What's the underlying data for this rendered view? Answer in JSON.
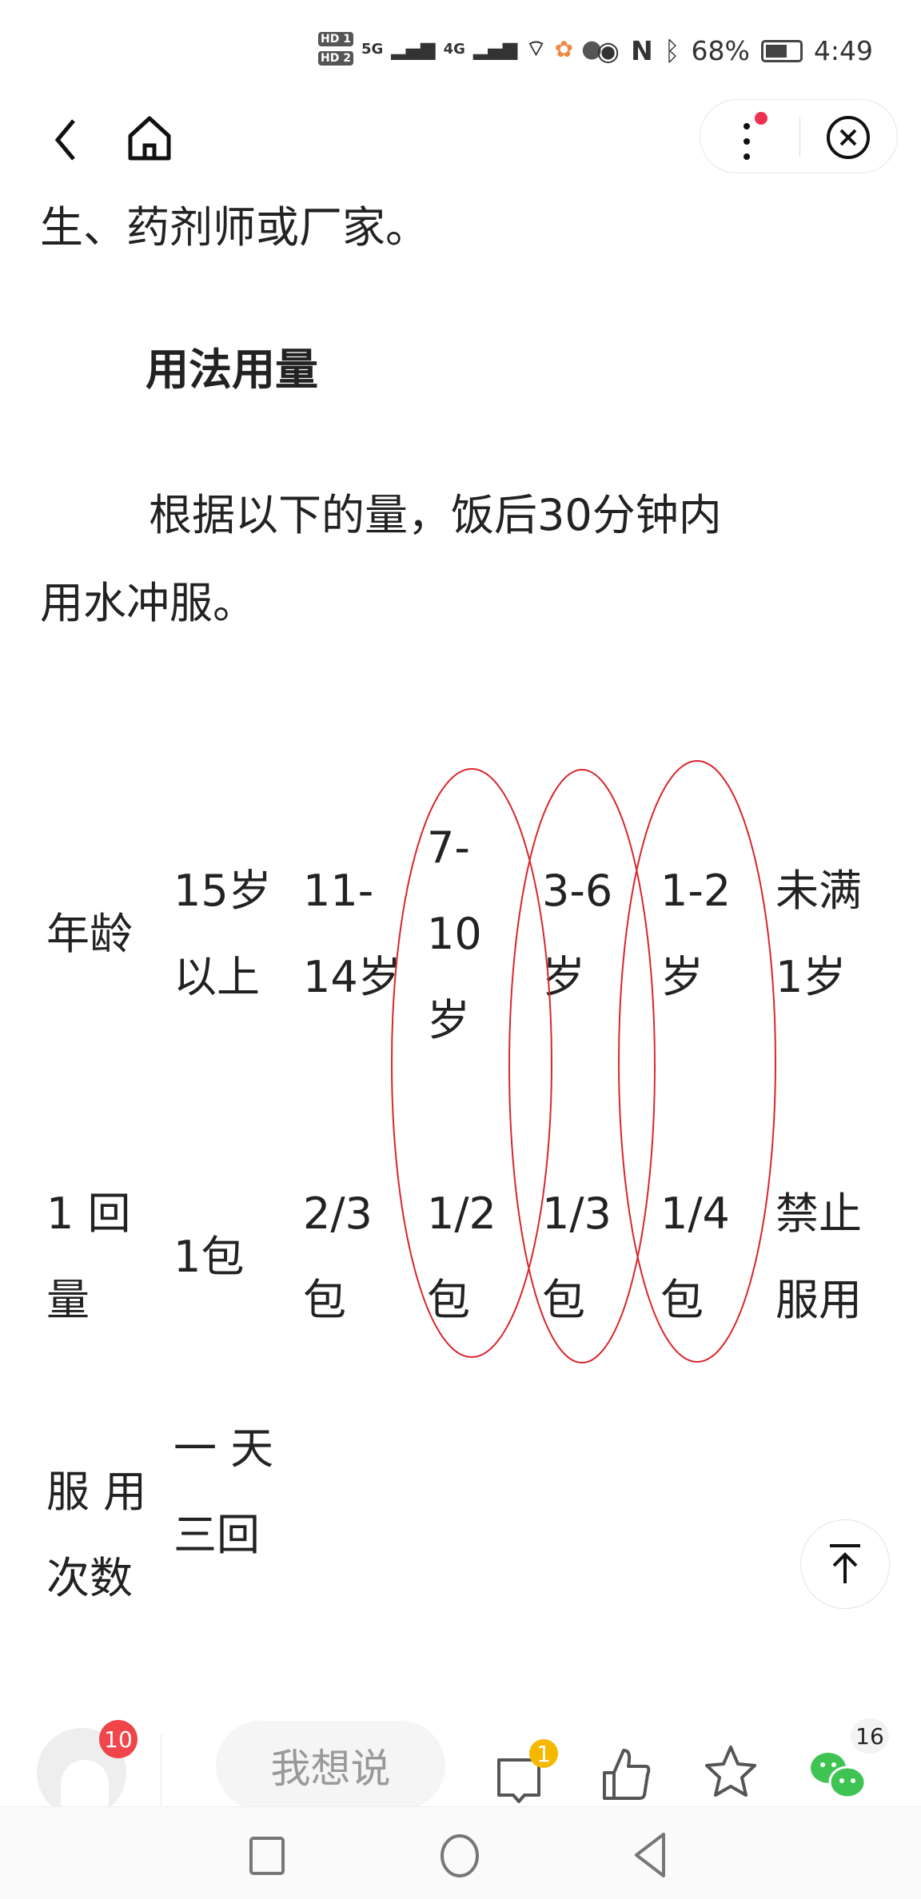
{
  "status_bar": {
    "battery": "68%",
    "time": "4:49",
    "sim1": "HD 1",
    "sim2": "HD 2",
    "net1": "5G",
    "net2": "4G"
  },
  "article": {
    "cut_line": "生、药剂师或厂家。",
    "heading": "用法用量",
    "para_line1": "根据以下的量，饭后30分钟内",
    "para_line2": "用水冲服。",
    "table": {
      "rows": [
        {
          "cells": [
            [
              "年龄"
            ],
            [
              "15岁",
              "以上"
            ],
            [
              "11-",
              "14岁"
            ],
            [
              "7-",
              "10",
              "岁"
            ],
            [
              "3-6",
              "岁"
            ],
            [
              "1-2",
              "岁"
            ],
            [
              "未满",
              "1岁"
            ]
          ]
        },
        {
          "cells": [
            [
              "1  回",
              "量"
            ],
            [
              "1包"
            ],
            [
              "2/3",
              "包"
            ],
            [
              "1/2",
              "包"
            ],
            [
              "1/3",
              "包"
            ],
            [
              "1/4",
              "包"
            ],
            [
              "禁止",
              "服用"
            ]
          ]
        },
        {
          "cells": [
            [
              "服 用",
              "次数"
            ],
            [
              "一 天",
              "三回"
            ]
          ]
        }
      ]
    },
    "annotation_color": "#d9262c"
  },
  "bottom_bar": {
    "avatar_badge": "10",
    "comment_placeholder": "我想说",
    "comment_badge": "1",
    "share_count": "16",
    "badge_red": "#f0454a",
    "badge_yellow": "#f5b800",
    "wechat_green": "#3fc454"
  }
}
